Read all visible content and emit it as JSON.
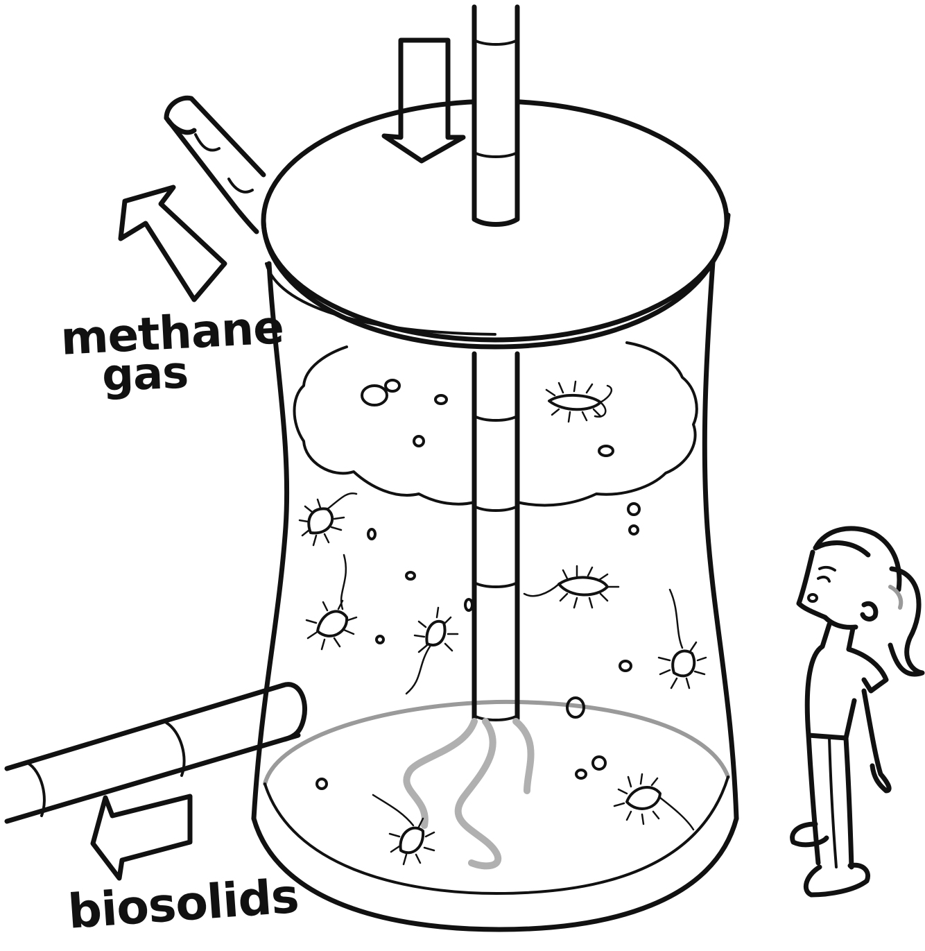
{
  "labels": {
    "methane": "methane",
    "gas": "gas",
    "biosolids": "biosolids"
  },
  "colors": {
    "ink": "#111111",
    "sludge": "#9a9a9a",
    "background": "#ffffff"
  }
}
